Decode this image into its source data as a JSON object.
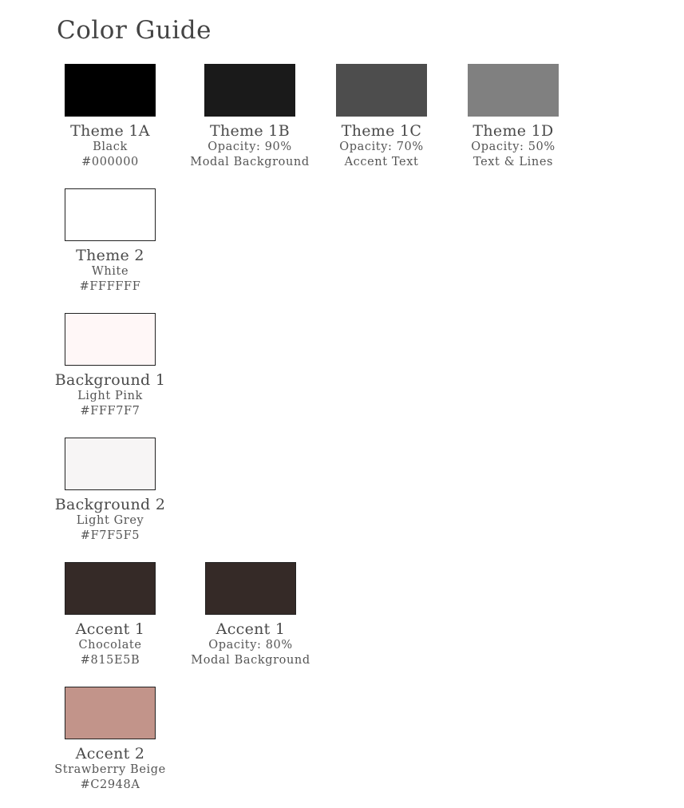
{
  "title": "Color Guide",
  "swatches": [
    {
      "name": "Theme 1A",
      "line1": "Black",
      "line2": "#000000",
      "color": "#000000"
    },
    {
      "name": "Theme 1B",
      "line1": "Opacity: 90%",
      "line2": "Modal Background",
      "color": "#1a1a1a"
    },
    {
      "name": "Theme 1C",
      "line1": "Opacity: 70%",
      "line2": "Accent Text",
      "color": "#4d4d4d"
    },
    {
      "name": "Theme 1D",
      "line1": "Opacity: 50%",
      "line2": "Text & Lines",
      "color": "#808080"
    },
    {
      "name": "Theme 2",
      "line1": "White",
      "line2": "#FFFFFF",
      "color": "#FFFFFF"
    },
    {
      "name": "Background 1",
      "line1": "Light Pink",
      "line2": "#FFF7F7",
      "color": "#FFF7F7"
    },
    {
      "name": "Background 2",
      "line1": "Light Grey",
      "line2": "#F7F5F5",
      "color": "#F7F5F5"
    },
    {
      "name": "Accent 1",
      "line1": "Chocolate",
      "line2": "#815E5B",
      "color": "#352a27"
    },
    {
      "name": "Accent 1",
      "line1": "Opacity: 80%",
      "line2": "Modal Background",
      "color": "#352a27"
    },
    {
      "name": "Accent 2",
      "line1": "Strawberry Beige",
      "line2": "#C2948A",
      "color": "#C2948A"
    }
  ]
}
